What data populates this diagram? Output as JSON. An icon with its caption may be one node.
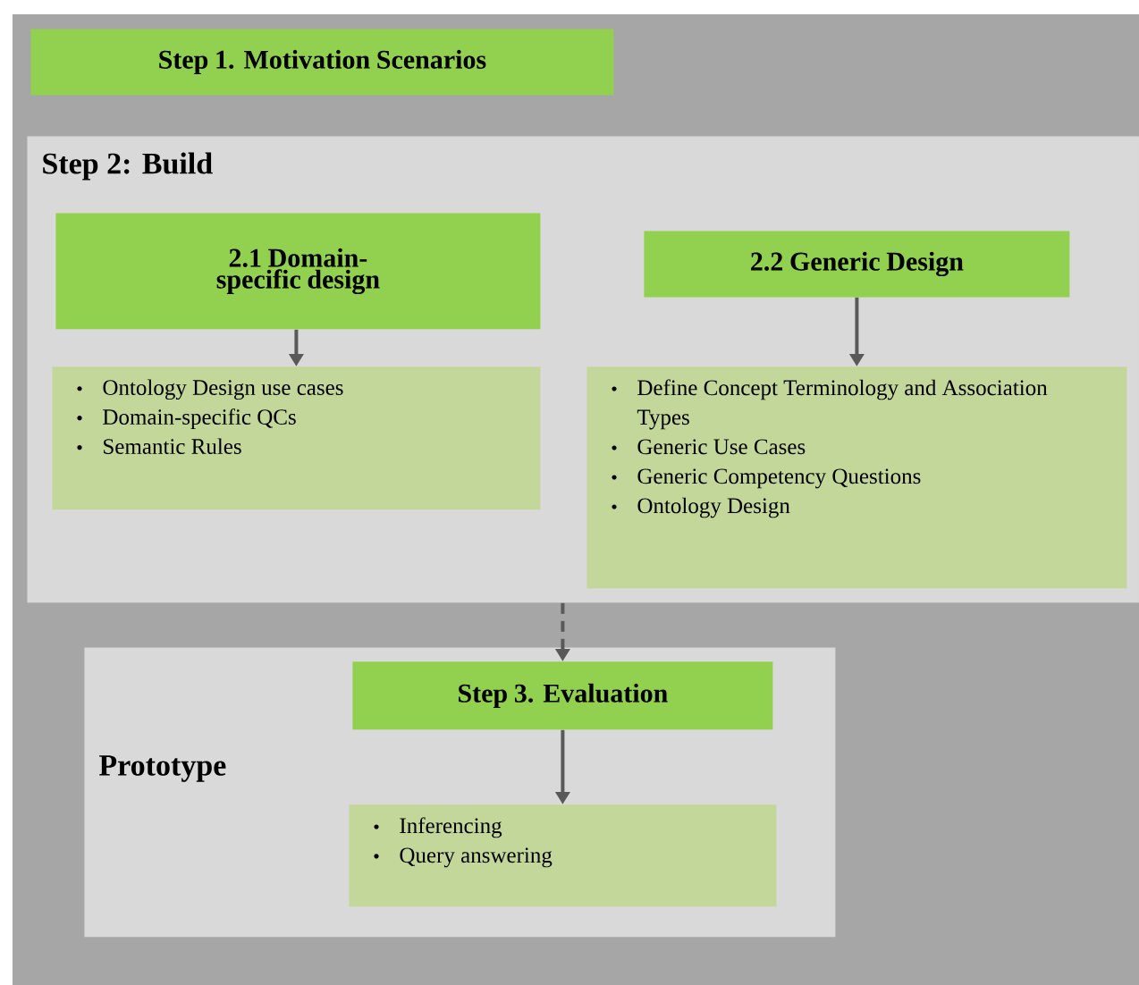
{
  "diagram": {
    "nodes": [
      {
        "text": [
          "Step 1. Motivation Scenarios"
        ]
      },
      {
        "text": [
          "Step 2: Build"
        ]
      },
      {
        "text": [
          "2.1 Domain-specific design"
        ],
        "in": 1
      },
      {
        "text": [
          "Ontology Design use cases",
          "Domain-specific QCs",
          "Semantic Rules"
        ],
        "in": 1
      },
      {
        "text": [
          "2.2 Generic Design"
        ],
        "in": 1
      },
      {
        "text": [
          "Define Concept Terminology and Association Types",
          "Generic Use Cases",
          "Generic Competency Questions",
          "Ontology Design"
        ],
        "in": 1
      },
      {
        "text": [
          "Prototype"
        ]
      },
      {
        "text": [
          "Step 3. Evaluation"
        ],
        "in": 6
      },
      {
        "text": [
          "Inferencing",
          "Query answering"
        ],
        "in": 6
      }
    ],
    "edges": [
      {
        "from": 2,
        "to": 3,
        "arrow": "to"
      },
      {
        "from": 4,
        "to": 5,
        "arrow": "to"
      },
      {
        "from": 1,
        "to": 7,
        "arrow": "to",
        "style": "dashed"
      },
      {
        "from": 7,
        "to": 8,
        "arrow": "to"
      }
    ]
  }
}
